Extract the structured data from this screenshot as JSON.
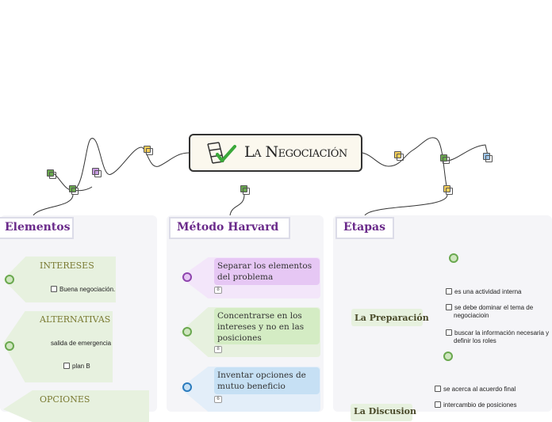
{
  "central": {
    "title": "La Negociación"
  },
  "panels": {
    "elementos": {
      "title": "Elementos",
      "nodes": [
        {
          "label": "INTERESES",
          "children": [
            "Buena negociación."
          ]
        },
        {
          "label": "ALTERNATIVAS",
          "children": [
            "salida de emergencia",
            "plan B"
          ]
        },
        {
          "label": "OPCIONES",
          "children": []
        }
      ]
    },
    "harvard": {
      "title": "Método Harvard",
      "cards": [
        {
          "text_lines": [
            "Separar los elementos",
            "del problema"
          ],
          "badge": "8"
        },
        {
          "text_lines": [
            "Concentrarse en los",
            "intereses y no en las",
            "posiciones"
          ],
          "badge": "8"
        },
        {
          "text_lines": [
            "Inventar opciones de",
            "mutuo beneficio"
          ],
          "badge": "6"
        }
      ]
    },
    "etapas": {
      "title": "Etapas",
      "stages": [
        {
          "label": "La Preparación",
          "items": [
            [
              "es una actividad interna"
            ],
            [
              "se debe dominar el tema de",
              "negociacioin"
            ],
            [
              "buscar la información necesaria y",
              "definir los roles"
            ]
          ]
        },
        {
          "label": "La Discusion",
          "items": [
            [
              "se acerca al acuerdo final"
            ],
            [
              "intercambio de posiciones"
            ]
          ]
        }
      ]
    }
  },
  "colors": {
    "purple_title": "#6a2a8a",
    "green": "#6aa84f",
    "purple": "#8e44ad",
    "blue": "#2b7bbd",
    "yellow": "#f5cf5a"
  }
}
